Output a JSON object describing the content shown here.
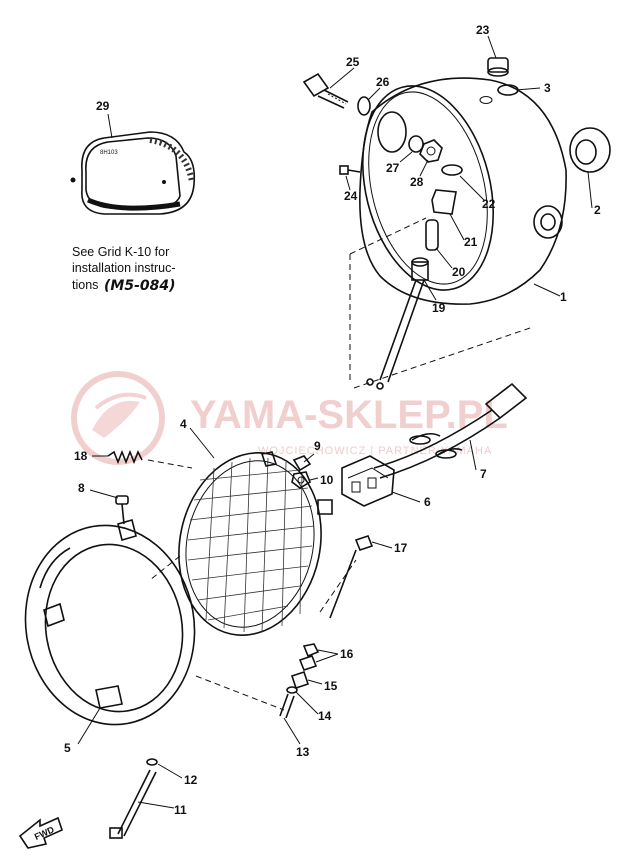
{
  "note": {
    "ref": "29",
    "lines": [
      "See Grid K-10 for",
      "installation instruc-",
      "tions"
    ],
    "code": "(M5-084)"
  },
  "watermark": {
    "brand": "YAMA-SKLEP.PL",
    "tagline": "WOJCIECHOWICZ | PARTNER YAMAHA",
    "color": "#e6a8a8"
  },
  "fwd_label": "FWD",
  "callouts": [
    {
      "id": "1",
      "text": "1"
    },
    {
      "id": "2",
      "text": "2"
    },
    {
      "id": "3",
      "text": "3"
    },
    {
      "id": "4",
      "text": "4"
    },
    {
      "id": "5",
      "text": "5"
    },
    {
      "id": "6",
      "text": "6"
    },
    {
      "id": "7",
      "text": "7"
    },
    {
      "id": "8",
      "text": "8"
    },
    {
      "id": "9",
      "text": "9"
    },
    {
      "id": "10",
      "text": "10"
    },
    {
      "id": "11",
      "text": "11"
    },
    {
      "id": "12",
      "text": "12"
    },
    {
      "id": "13",
      "text": "13"
    },
    {
      "id": "14",
      "text": "14"
    },
    {
      "id": "15",
      "text": "15"
    },
    {
      "id": "16",
      "text": "16"
    },
    {
      "id": "17",
      "text": "17"
    },
    {
      "id": "18",
      "text": "18"
    },
    {
      "id": "19",
      "text": "19"
    },
    {
      "id": "20",
      "text": "20"
    },
    {
      "id": "21",
      "text": "21"
    },
    {
      "id": "22",
      "text": "22"
    },
    {
      "id": "23",
      "text": "23"
    },
    {
      "id": "24",
      "text": "24"
    },
    {
      "id": "25",
      "text": "25"
    },
    {
      "id": "26",
      "text": "26"
    },
    {
      "id": "27",
      "text": "27"
    },
    {
      "id": "28",
      "text": "28"
    }
  ]
}
